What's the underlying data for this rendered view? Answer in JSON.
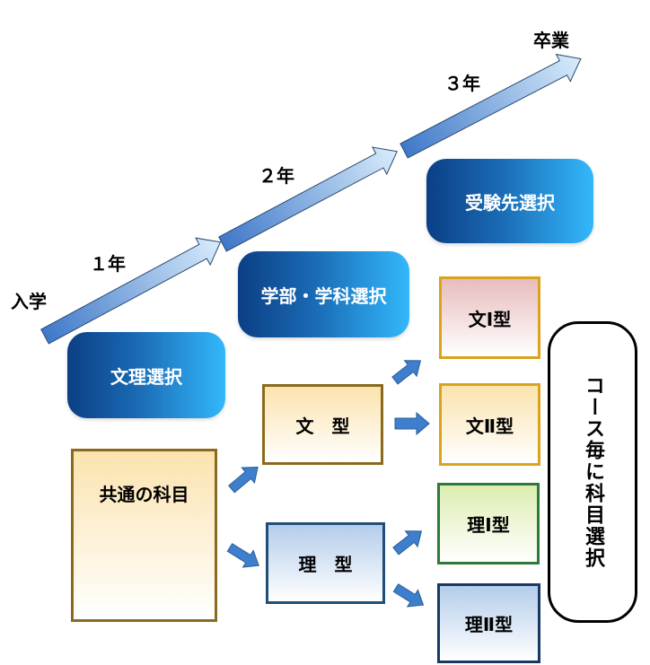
{
  "timeline": {
    "start": "入学",
    "years": [
      "１年",
      "２年",
      "３年"
    ],
    "end": "卒業"
  },
  "stages": [
    "文理選択",
    "学部・学科選択",
    "受験先選択"
  ],
  "common": "共通の科目",
  "tracks": {
    "bun": "文　型",
    "ri": "理　型"
  },
  "courses": [
    "文Ⅰ型",
    "文Ⅱ型",
    "理Ⅰ型",
    "理Ⅱ型"
  ],
  "note": "コース毎に科目選択",
  "colors": {
    "arrow": "#4a86cf",
    "stage_dark": "#0b3f85",
    "stage_light": "#33b8fb"
  }
}
